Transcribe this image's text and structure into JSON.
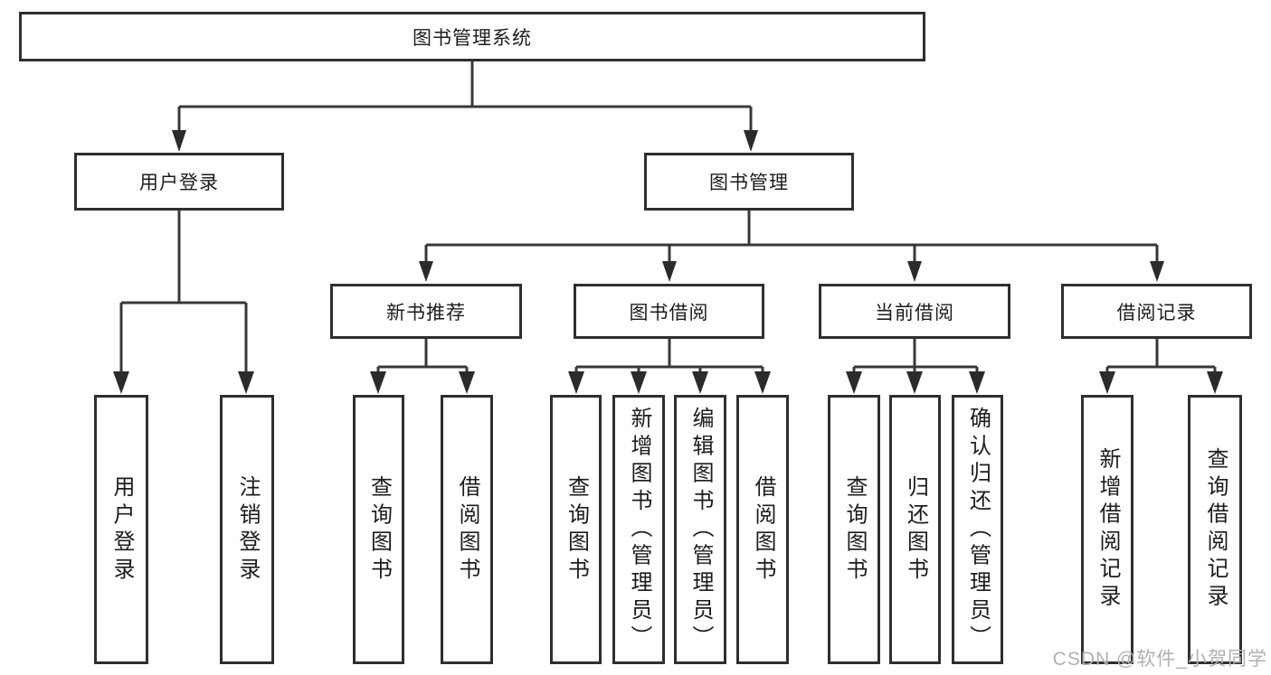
{
  "diagram": {
    "title": "图书管理系统",
    "colors": {
      "line": "#383838",
      "border": "#2f2f2f",
      "text": "#1c1c1c",
      "watermark": "#b0b0b0",
      "background": "#ffffff"
    },
    "nodes": {
      "root": {
        "label": "图书管理系统"
      },
      "level2": {
        "user_login": {
          "label": "用户登录"
        },
        "book_mgmt": {
          "label": "图书管理"
        }
      },
      "level3": {
        "new_book_rec": {
          "label": "新书推荐"
        },
        "book_borrow": {
          "label": "图书借阅"
        },
        "current_borrow": {
          "label": "当前借阅"
        },
        "borrow_records": {
          "label": "借阅记录"
        }
      },
      "leaves": {
        "login": {
          "label": "用户登录"
        },
        "logout": {
          "label": "注销登录"
        },
        "rec_query_book": {
          "label": "查询图书"
        },
        "rec_borrow_book": {
          "label": "借阅图书"
        },
        "bb_query_book": {
          "label": "查询图书"
        },
        "bb_add_book": {
          "label": "新增图书（管理员）"
        },
        "bb_edit_book": {
          "label": "编辑图书（管理员）"
        },
        "bb_borrow_book": {
          "label": "借阅图书"
        },
        "cb_query_book": {
          "label": "查询图书"
        },
        "cb_return_book": {
          "label": "归还图书"
        },
        "cb_confirm_return": {
          "label": "确认归还（管理员）"
        },
        "br_add_record": {
          "label": "新增借阅记录"
        },
        "br_query_record": {
          "label": "查询借阅记录"
        }
      }
    }
  },
  "watermark": {
    "text": "CSDN @软件_小贺同学"
  }
}
